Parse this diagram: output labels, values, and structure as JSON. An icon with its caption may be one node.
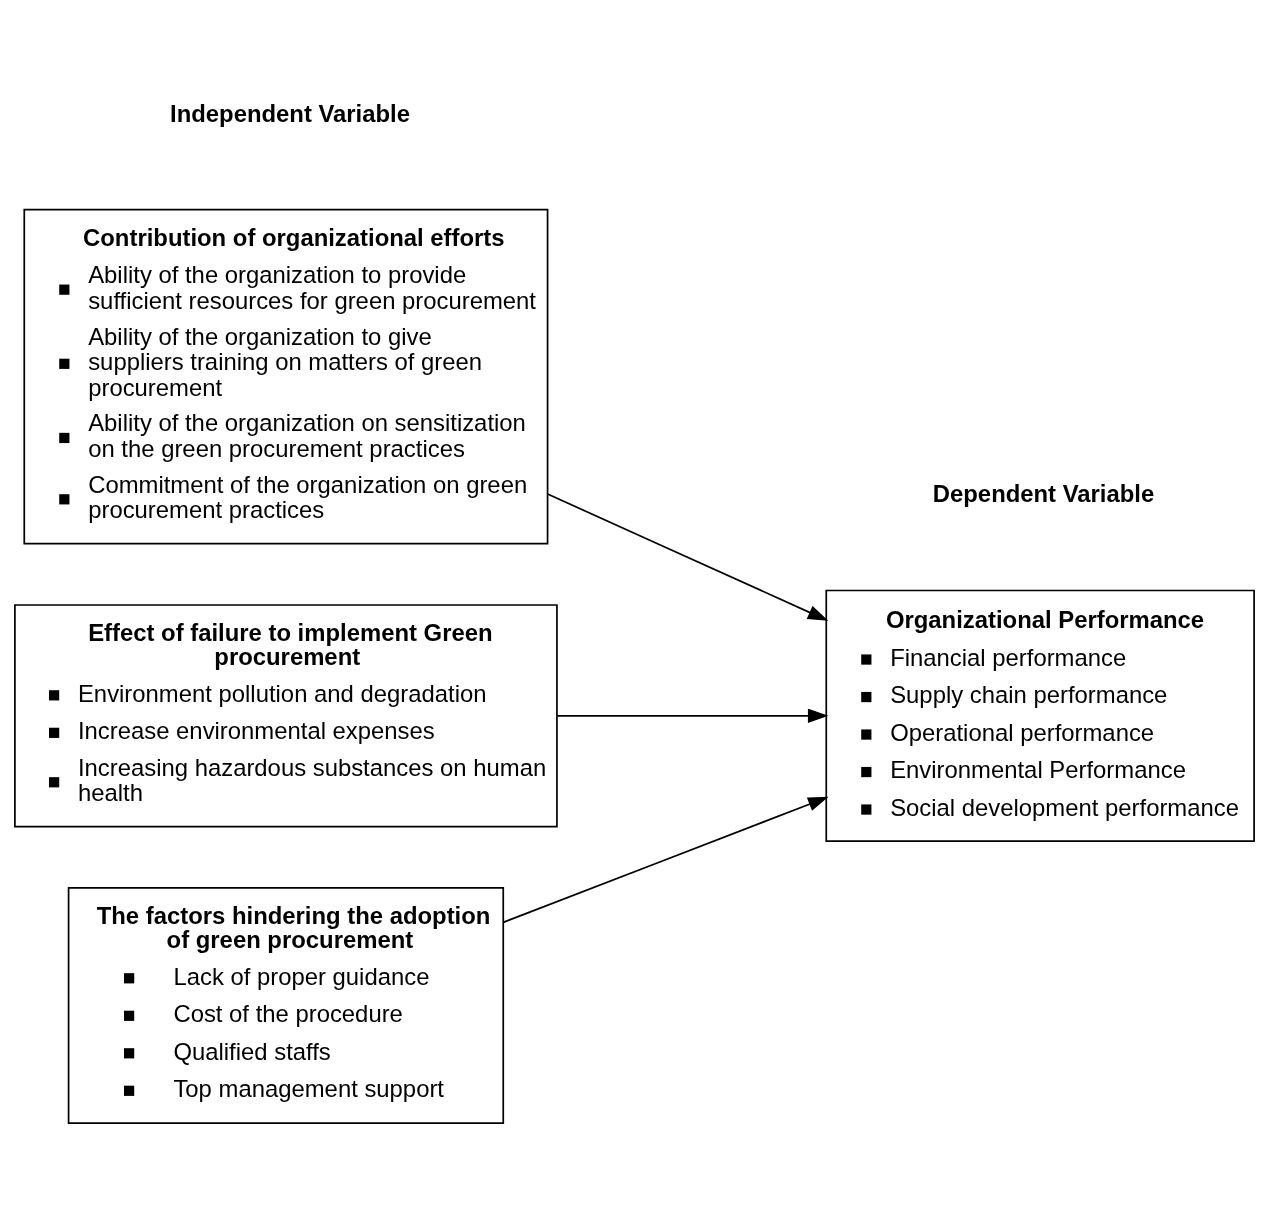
{
  "diagram": {
    "nodes": [
      {
        "text": [
          "Contribution of organizational efforts",
          "Ability of the organization to provide sufficient resources for green procurement",
          "Ability of the organization to give suppliers training on matters of green procurement",
          "Ability of the organization on sensitization on the green procurement practices",
          "Commitment of the organization on green procurement practices"
        ]
      },
      {
        "text": [
          "Effect of failure to implement Green procurement",
          "Environment pollution and degradation",
          "Increase environmental expenses",
          "Increasing hazardous substances on human health"
        ]
      },
      {
        "text": [
          "The factors hindering the adoption of green procurement",
          "Lack of proper guidance",
          "Cost of the procedure",
          "Qualified staffs",
          "Top management support"
        ]
      },
      {
        "text": [
          "Organizational Performance",
          "Financial performance",
          "Supply chain performance",
          "Operational performance",
          "Environmental Performance",
          "Social development performance"
        ]
      }
    ],
    "edges": [
      {
        "from": 0,
        "to": 3,
        "arrow": "to"
      },
      {
        "from": 1,
        "to": 3,
        "arrow": "to"
      },
      {
        "from": 2,
        "to": 3,
        "arrow": "to"
      }
    ],
    "labels": [
      "Independent Variable",
      "Dependent Variable"
    ]
  }
}
